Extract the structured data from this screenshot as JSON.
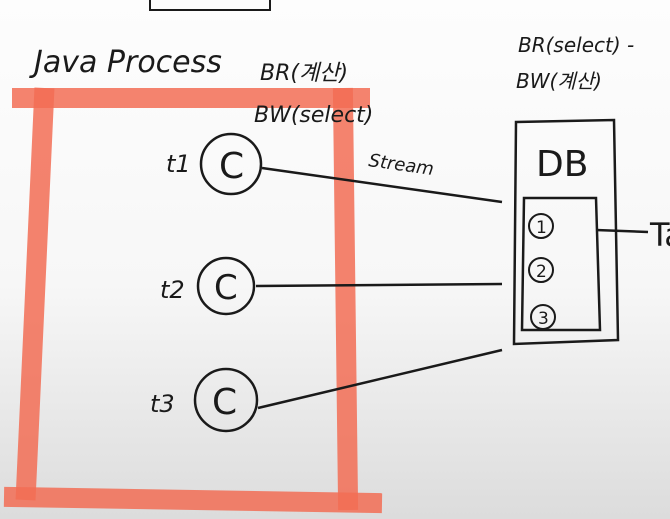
{
  "java_process": {
    "title": "Java Process",
    "notes": [
      "BR(계산)",
      "BW(select)"
    ],
    "threads": [
      {
        "label": "t1",
        "circle": "C"
      },
      {
        "label": "t2",
        "circle": "C"
      },
      {
        "label": "t3",
        "circle": "C"
      }
    ]
  },
  "connection": {
    "label": "Stream"
  },
  "database": {
    "notes": [
      "BR(select) -",
      "BW(계산)"
    ],
    "title": "DB",
    "table_label": "Ta",
    "rows": [
      "1",
      "2",
      "3"
    ]
  },
  "colors": {
    "process_box": "#f26d55",
    "ink": "#1a1a1a",
    "board_top": "#fdfdfd",
    "board_bottom": "#dcdcdc"
  }
}
